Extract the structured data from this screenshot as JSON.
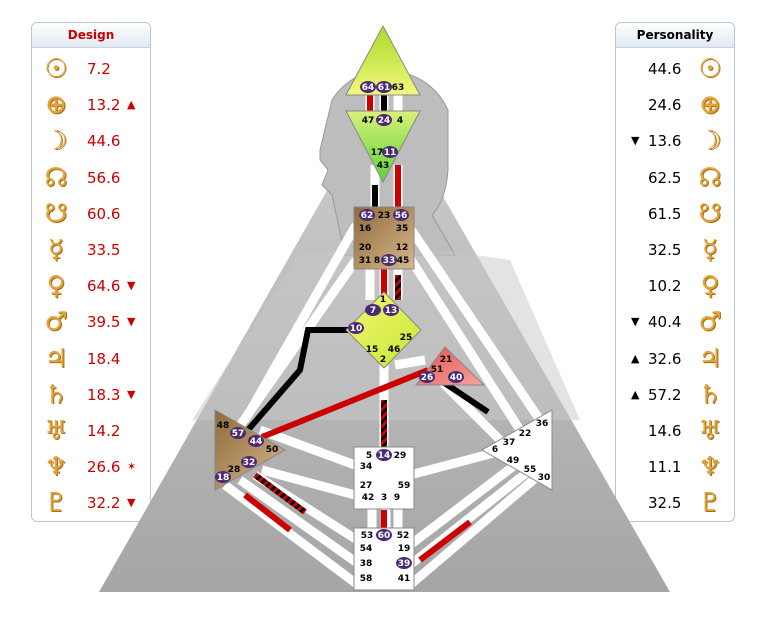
{
  "design": {
    "title": "Design",
    "rows": [
      {
        "planet": "sun-icon",
        "glyph": "☉",
        "value": "7.2",
        "arrow": ""
      },
      {
        "planet": "earth-icon",
        "glyph": "⊕",
        "value": "13.2",
        "arrow": "▲"
      },
      {
        "planet": "moon-icon",
        "glyph": "☽",
        "value": "44.6",
        "arrow": ""
      },
      {
        "planet": "north-node-icon",
        "glyph": "☊",
        "value": "56.6",
        "arrow": ""
      },
      {
        "planet": "south-node-icon",
        "glyph": "☋",
        "value": "60.6",
        "arrow": ""
      },
      {
        "planet": "mercury-icon",
        "glyph": "☿",
        "value": "33.5",
        "arrow": ""
      },
      {
        "planet": "venus-icon",
        "glyph": "♀",
        "value": "64.6",
        "arrow": "▼"
      },
      {
        "planet": "mars-icon",
        "glyph": "♂",
        "value": "39.5",
        "arrow": "▼"
      },
      {
        "planet": "jupiter-icon",
        "glyph": "♃",
        "value": "18.4",
        "arrow": ""
      },
      {
        "planet": "saturn-icon",
        "glyph": "♄",
        "value": "18.3",
        "arrow": "▼"
      },
      {
        "planet": "uranus-icon",
        "glyph": "♅",
        "value": "14.2",
        "arrow": ""
      },
      {
        "planet": "neptune-icon",
        "glyph": "♆",
        "value": "26.6",
        "arrow": "✶"
      },
      {
        "planet": "pluto-icon",
        "glyph": "♇",
        "value": "32.2",
        "arrow": "▼"
      }
    ]
  },
  "personality": {
    "title": "Personality",
    "rows": [
      {
        "planet": "sun-icon",
        "glyph": "☉",
        "value": "44.6",
        "arrow": ""
      },
      {
        "planet": "earth-icon",
        "glyph": "⊕",
        "value": "24.6",
        "arrow": ""
      },
      {
        "planet": "moon-icon",
        "glyph": "☽",
        "value": "13.6",
        "arrow": "▼"
      },
      {
        "planet": "north-node-icon",
        "glyph": "☊",
        "value": "62.5",
        "arrow": ""
      },
      {
        "planet": "south-node-icon",
        "glyph": "☋",
        "value": "61.5",
        "arrow": ""
      },
      {
        "planet": "mercury-icon",
        "glyph": "☿",
        "value": "32.5",
        "arrow": ""
      },
      {
        "planet": "venus-icon",
        "glyph": "♀",
        "value": "10.2",
        "arrow": ""
      },
      {
        "planet": "mars-icon",
        "glyph": "♂",
        "value": "40.4",
        "arrow": "▼"
      },
      {
        "planet": "jupiter-icon",
        "glyph": "♃",
        "value": "32.6",
        "arrow": "▲"
      },
      {
        "planet": "saturn-icon",
        "glyph": "♄",
        "value": "57.2",
        "arrow": "▲"
      },
      {
        "planet": "uranus-icon",
        "glyph": "♅",
        "value": "14.6",
        "arrow": ""
      },
      {
        "planet": "neptune-icon",
        "glyph": "♆",
        "value": "11.1",
        "arrow": ""
      },
      {
        "planet": "pluto-icon",
        "glyph": "♇",
        "value": "32.5",
        "arrow": ""
      }
    ]
  },
  "colors": {
    "design": "#cc0000",
    "personality": "#000000",
    "glyph": "#e2a43a",
    "head": "#c6ee3a",
    "ajna": "#7fe04a",
    "defined_brown": "#b08a5e",
    "identity": "#d9ee3a",
    "ego": "#e8706a",
    "gate_circle": "#4b2b73"
  },
  "gates": {
    "head": [
      "64",
      "61",
      "63"
    ],
    "ajna": [
      "47",
      "24",
      "4",
      "17",
      "11",
      "43"
    ],
    "throat": [
      "62",
      "23",
      "56",
      "16",
      "35",
      "20",
      "12",
      "31",
      "8",
      "33",
      "45"
    ],
    "g_center": [
      "1",
      "7",
      "13",
      "10",
      "25",
      "15",
      "46",
      "2"
    ],
    "ego": [
      "21",
      "51",
      "26",
      "40"
    ],
    "spleen": [
      "48",
      "57",
      "44",
      "50",
      "32",
      "28",
      "18"
    ],
    "solar_plexus": [
      "36",
      "22",
      "37",
      "6",
      "49",
      "55",
      "30"
    ],
    "sacral": [
      "5",
      "14",
      "29",
      "34",
      "27",
      "59",
      "42",
      "3",
      "9"
    ],
    "root": [
      "53",
      "60",
      "52",
      "54",
      "19",
      "38",
      "39",
      "58",
      "41"
    ]
  }
}
